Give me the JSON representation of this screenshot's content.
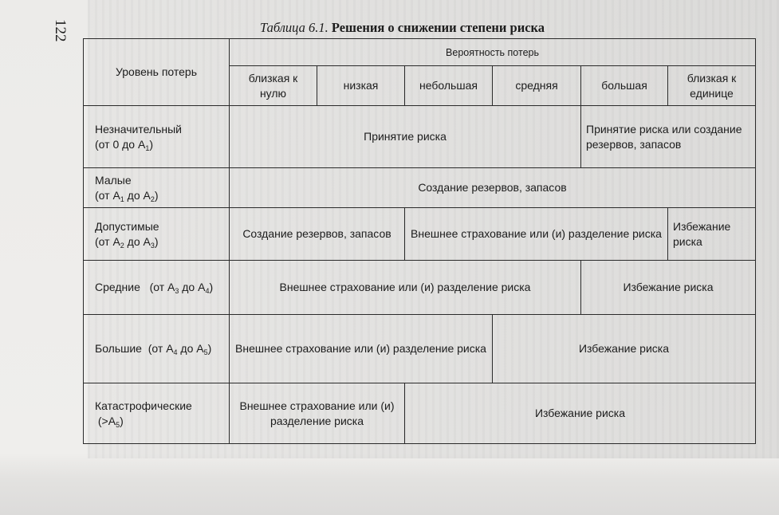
{
  "page_number": "122",
  "caption": {
    "number": "Таблица 6.1.",
    "title": "Решения о снижении степени риска"
  },
  "table": {
    "corner_header": "Уровень потерь",
    "prob_header": "Вероятность потерь",
    "prob_levels": [
      "близкая к нулю",
      "низкая",
      "небольшая",
      "средняя",
      "большая",
      "близкая к единице"
    ],
    "rows": [
      {
        "level": {
          "name": "Незначительный",
          "range_prefix": "(от 0 до A",
          "sub_a": "1",
          "range_suffix": ")"
        },
        "cells": [
          "Принятие риска",
          "Принятие риска или создание резервов, запасов"
        ]
      },
      {
        "level": {
          "name": "Малые",
          "range_prefix": "(от A",
          "sub_a": "1",
          "range_mid": " до A",
          "sub_b": "2",
          "range_suffix": ")"
        },
        "cells": [
          "Создание резервов, запасов"
        ]
      },
      {
        "level": {
          "name": "Допустимые",
          "range_prefix": "(от A",
          "sub_a": "2",
          "range_mid": " до A",
          "sub_b": "3",
          "range_suffix": ")"
        },
        "cells": [
          "Создание резервов, запасов",
          "Внешнее страхование или (и) разделение риска",
          "Избежание риска"
        ]
      },
      {
        "level": {
          "name": "Средние",
          "range_prefix": "(от A",
          "sub_a": "3",
          "range_mid": " до A",
          "sub_b": "4",
          "range_suffix": ")"
        },
        "cells": [
          "Внешнее страхование или (и) разделение риска",
          "Избежание риска"
        ]
      },
      {
        "level": {
          "name": "Большие",
          "range_prefix": "(от A",
          "sub_a": "4",
          "range_mid": " до A",
          "sub_b": "5",
          "range_suffix": ")"
        },
        "cells": [
          "Внешнее страхование или (и) разделение риска",
          "Избежание риска"
        ]
      },
      {
        "level": {
          "name": "Катастрофические",
          "range_prefix": "(>A",
          "sub_a": "5",
          "range_suffix": ")"
        },
        "cells": [
          "Внешнее страхование или (и) разделение риска",
          "Избежание риска"
        ]
      }
    ]
  }
}
